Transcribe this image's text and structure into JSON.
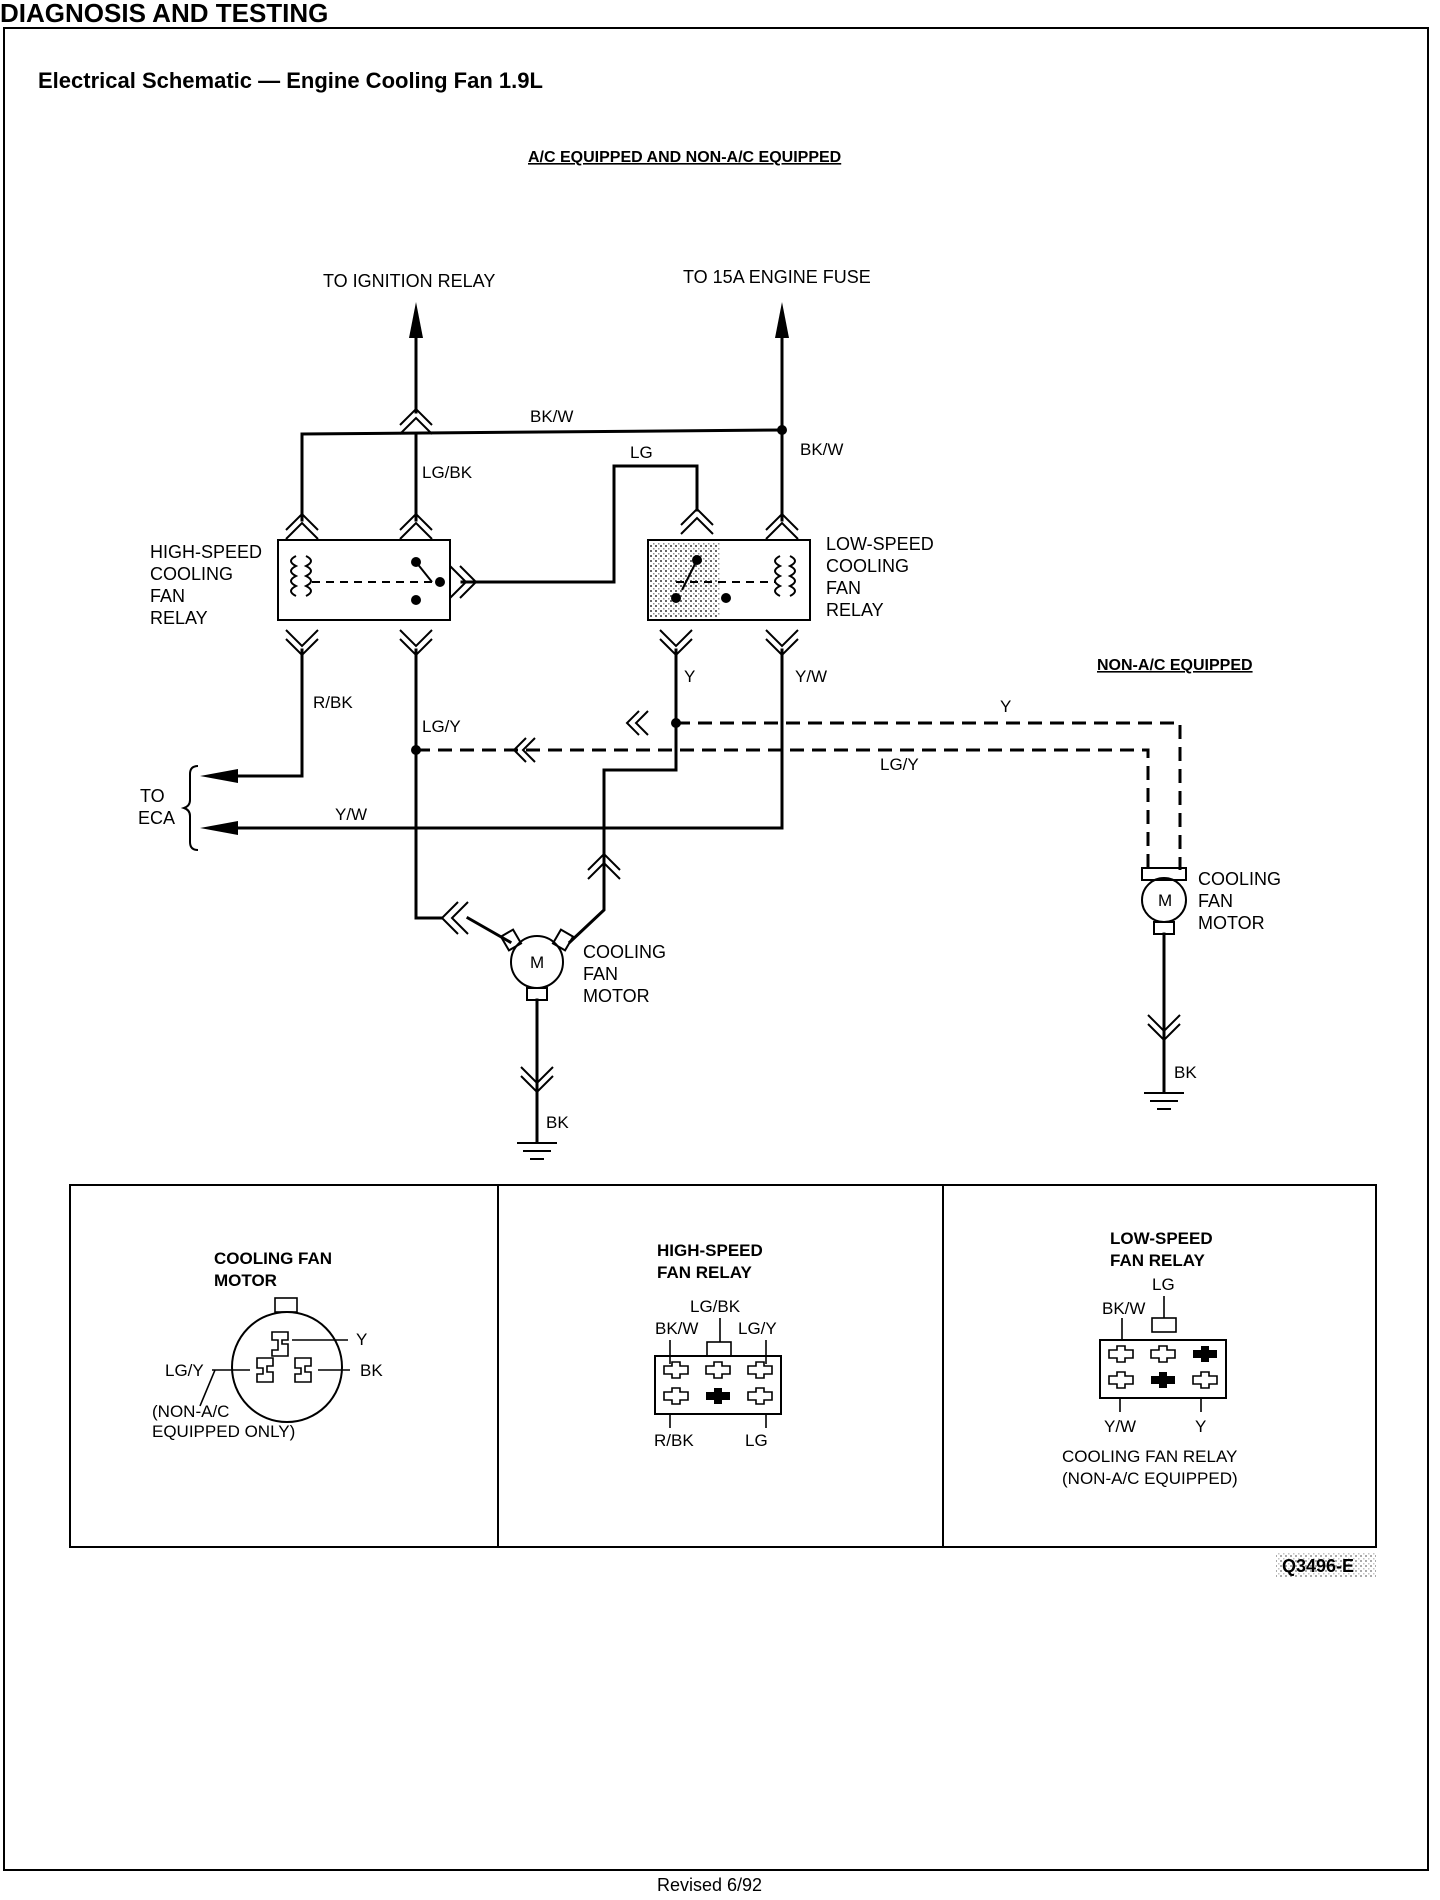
{
  "page": {
    "header": "DIAGNOSIS AND TESTING",
    "title": "Electrical Schematic — Engine Cooling Fan 1.9L",
    "subtitle": "A/C EQUIPPED AND NON-A/C EQUIPPED",
    "footer": "Revised 6/92",
    "figure_code": "Q3496-E"
  },
  "schematic": {
    "to_ignition_relay": "TO IGNITION RELAY",
    "to_engine_fuse": "TO 15A ENGINE FUSE",
    "non_ac_label": "NON-A/C EQUIPPED",
    "to_eca_1": "TO",
    "to_eca_2": "ECA",
    "high_relay": [
      "HIGH-SPEED",
      "COOLING",
      "FAN",
      "RELAY"
    ],
    "low_relay": [
      "LOW-SPEED",
      "COOLING",
      "FAN",
      "RELAY"
    ],
    "motor_main": [
      "COOLING",
      "FAN",
      "MOTOR"
    ],
    "motor_nonac": [
      "COOLING",
      "FAN",
      "MOTOR"
    ],
    "motor_symbol": "M",
    "wires": {
      "bkw_top": "BK/W",
      "bkw_right": "BK/W",
      "lgbk": "LG/BK",
      "lg": "LG",
      "rbk": "R/BK",
      "lgy": "LG/Y",
      "y": "Y",
      "yw": "Y/W",
      "yw_eca": "Y/W",
      "y_dashed": "Y",
      "lgy_dashed": "LG/Y",
      "bk_main": "BK",
      "bk_nonac": "BK"
    }
  },
  "connectors": {
    "motor": {
      "title": [
        "COOLING FAN",
        "MOTOR"
      ],
      "y": "Y",
      "lgy": "LG/Y",
      "bk": "BK",
      "note": [
        "(NON-A/C",
        "EQUIPPED ONLY)"
      ]
    },
    "high_relay": {
      "title": [
        "HIGH-SPEED",
        "FAN RELAY"
      ],
      "lgbk": "LG/BK",
      "bkw": "BK/W",
      "lgy": "LG/Y",
      "rbk": "R/BK",
      "lg": "LG"
    },
    "low_relay": {
      "title": [
        "LOW-SPEED",
        "FAN RELAY"
      ],
      "lg": "LG",
      "bkw": "BK/W",
      "yw": "Y/W",
      "y": "Y",
      "note": [
        "COOLING FAN RELAY",
        "(NON-A/C EQUIPPED)"
      ]
    }
  }
}
